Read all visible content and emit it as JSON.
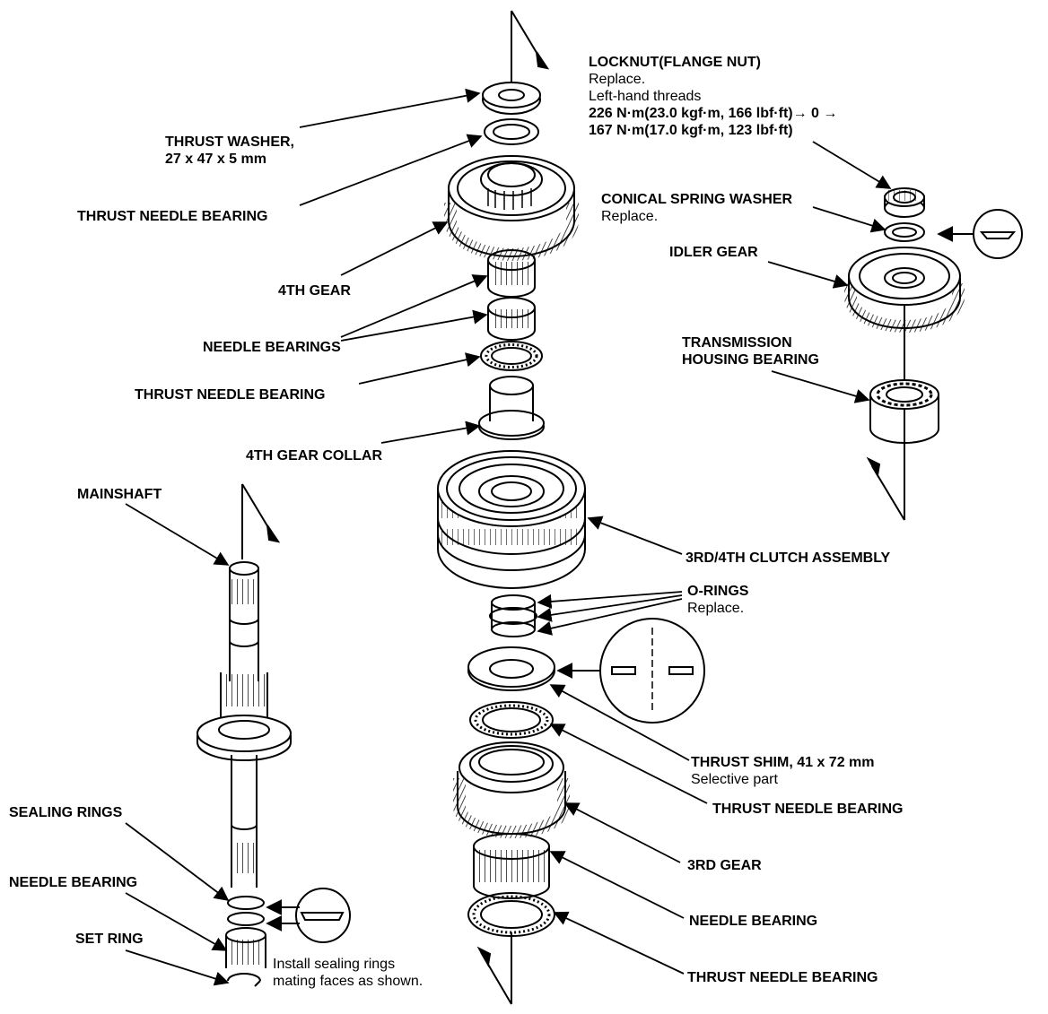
{
  "labels": {
    "locknut": {
      "title": "LOCKNUT(FLANGE NUT)",
      "line1": "Replace.",
      "line2": "Left-hand threads",
      "torque1": "226 N·m(23.0 kgf·m, 166 lbf·ft)→ 0 →",
      "torque2": "167 N·m(17.0 kgf·m, 123 lbf·ft)"
    },
    "thrust_washer": {
      "title": "THRUST WASHER,",
      "size": "27 x 47 x 5 mm"
    },
    "thrust_needle_bearing_top": "THRUST NEEDLE BEARING",
    "fourth_gear": "4TH GEAR",
    "needle_bearings": "NEEDLE BEARINGS",
    "thrust_needle_bearing_mid": "THRUST NEEDLE BEARING",
    "fourth_gear_collar": "4TH GEAR COLLAR",
    "conical_spring_washer": {
      "title": "CONICAL SPRING WASHER",
      "note": "Replace."
    },
    "idler_gear": "IDLER GEAR",
    "transmission_housing_bearing": {
      "line1": "TRANSMISSION",
      "line2": "HOUSING BEARING"
    },
    "mainshaft": "MAINSHAFT",
    "clutch_assembly": "3RD/4TH CLUTCH ASSEMBLY",
    "o_rings": {
      "title": "O-RINGS",
      "note": "Replace."
    },
    "thrust_shim": {
      "title": "THRUST SHIM, 41 x 72 mm",
      "note": "Selective part"
    },
    "thrust_needle_bearing_lower": "THRUST NEEDLE BEARING",
    "third_gear": "3RD GEAR",
    "needle_bearing_lower": "NEEDLE BEARING",
    "thrust_needle_bearing_bottom": "THRUST NEEDLE BEARING",
    "sealing_rings": "SEALING RINGS",
    "needle_bearing_left": "NEEDLE BEARING",
    "set_ring": "SET RING",
    "install_note": {
      "line1": "Install sealing rings",
      "line2": "mating faces as shown."
    }
  },
  "icons": [
    "shaft-axis-arrow",
    "detail-circle",
    "gear",
    "bearing",
    "washer",
    "clutch-drum",
    "mainshaft"
  ]
}
